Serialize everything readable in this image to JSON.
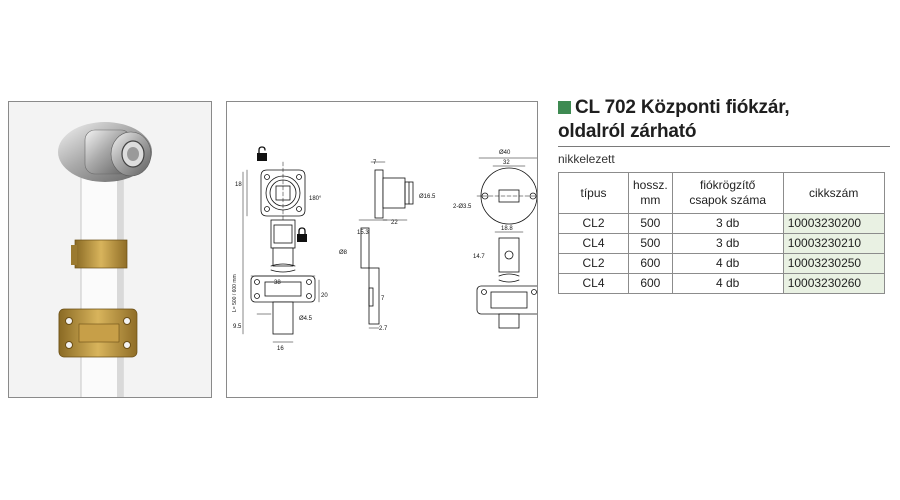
{
  "product": {
    "title_line1": "CL 702 Központi fiókzár,",
    "title_line2": "oldalról zárható",
    "finish": "nikkelezett",
    "accent_color": "#3e8a52"
  },
  "table": {
    "headers": {
      "type": "típus",
      "length_line1": "hossz.",
      "length_line2": "mm",
      "pins_line1": "fiókrögzítő",
      "pins_line2": "csapok száma",
      "code": "cikkszám"
    },
    "rows": [
      {
        "type": "CL2",
        "length": "500",
        "pins": "3 db",
        "code": "10003230200"
      },
      {
        "type": "CL4",
        "length": "500",
        "pins": "3 db",
        "code": "10003230210"
      },
      {
        "type": "CL2",
        "length": "600",
        "pins": "4 db",
        "code": "10003230250"
      },
      {
        "type": "CL4",
        "length": "600",
        "pins": "4 db",
        "code": "10003230260"
      }
    ]
  },
  "drawing": {
    "dims": {
      "d18": "18",
      "angle": "180°",
      "d7": "7",
      "d16_5": "Ø16.5",
      "d22": "22",
      "d15_3": "15.3",
      "d8": "Ø8",
      "length": "L= 500 / 600 mm",
      "d38": "38",
      "d20": "20",
      "d4_5": "Ø4.5",
      "d9_5": "9.5",
      "d16": "16",
      "d7b": "7",
      "d2_7": "2.7",
      "d40": "Ø40",
      "d32": "32",
      "d2x3_5": "2-Ø3.5",
      "d18_8": "18.8",
      "d14_7": "14.7"
    },
    "icons": [
      "unlocked-padlock-icon",
      "locked-padlock-icon"
    ]
  }
}
